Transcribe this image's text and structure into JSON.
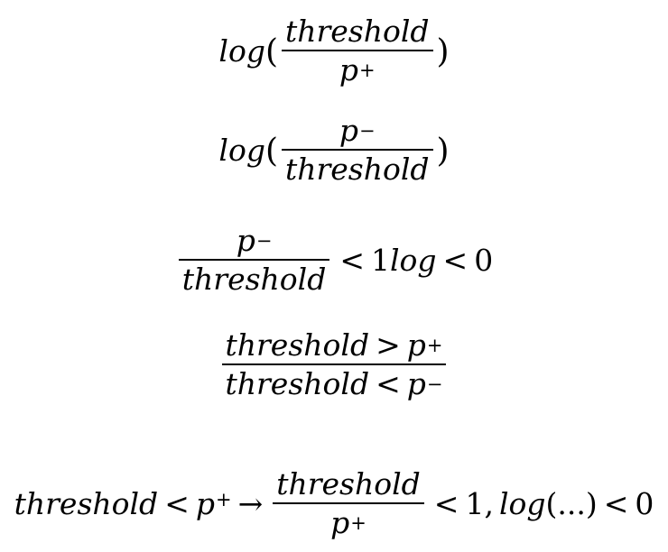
{
  "equations": [
    {
      "log": "log",
      "open_paren": "(",
      "numerator": "threshold",
      "denominator_var": "p",
      "denominator_sup": "+",
      "close_paren": ")"
    },
    {
      "log": "log",
      "open_paren": "(",
      "numerator_var": "p",
      "numerator_sup": "−",
      "denominator": "threshold",
      "close_paren": ")"
    },
    {
      "numerator_var": "p",
      "numerator_sup": "−",
      "denominator": "threshold",
      "lt1": "<",
      "one": "1",
      "log": "log",
      "lt2": "<",
      "zero": "0"
    },
    {
      "num_left": "threshold",
      "num_op": ">",
      "num_var": "p",
      "num_sup": "+",
      "den_left": "threshold",
      "den_op": "<",
      "den_var": "p",
      "den_sup": "−"
    },
    {
      "left": "threshold",
      "lt": "<",
      "var": "p",
      "sup": "+",
      "arrow": "→",
      "frac_num": "threshold",
      "frac_den_var": "p",
      "frac_den_sup": "+",
      "lt_one": "<",
      "one": "1,",
      "log": "log",
      "dots": "(...)",
      "lt_zero": "<",
      "zero": "0"
    }
  ]
}
